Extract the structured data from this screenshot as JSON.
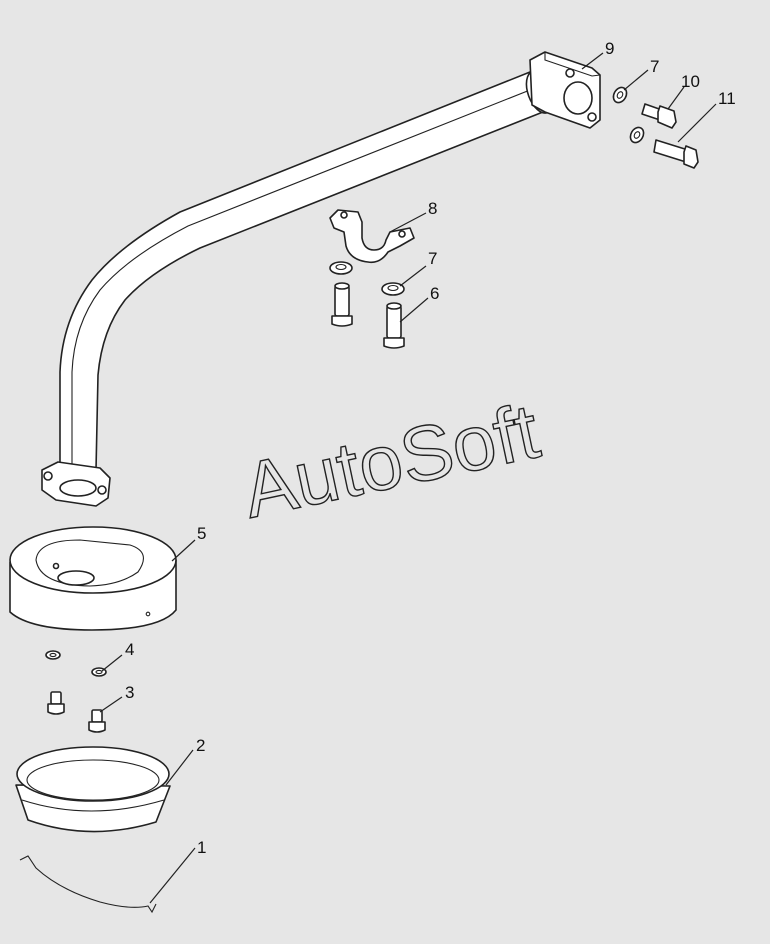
{
  "diagram": {
    "watermark": "AutoSoft",
    "callouts": [
      {
        "id": "c1",
        "label": "1"
      },
      {
        "id": "c2",
        "label": "2"
      },
      {
        "id": "c3",
        "label": "3"
      },
      {
        "id": "c4",
        "label": "4"
      },
      {
        "id": "c5",
        "label": "5"
      },
      {
        "id": "c6",
        "label": "6"
      },
      {
        "id": "c7a",
        "label": "7"
      },
      {
        "id": "c7b",
        "label": "7"
      },
      {
        "id": "c8",
        "label": "8"
      },
      {
        "id": "c9",
        "label": "9"
      },
      {
        "id": "c10",
        "label": "10"
      },
      {
        "id": "c11",
        "label": "11"
      }
    ]
  }
}
